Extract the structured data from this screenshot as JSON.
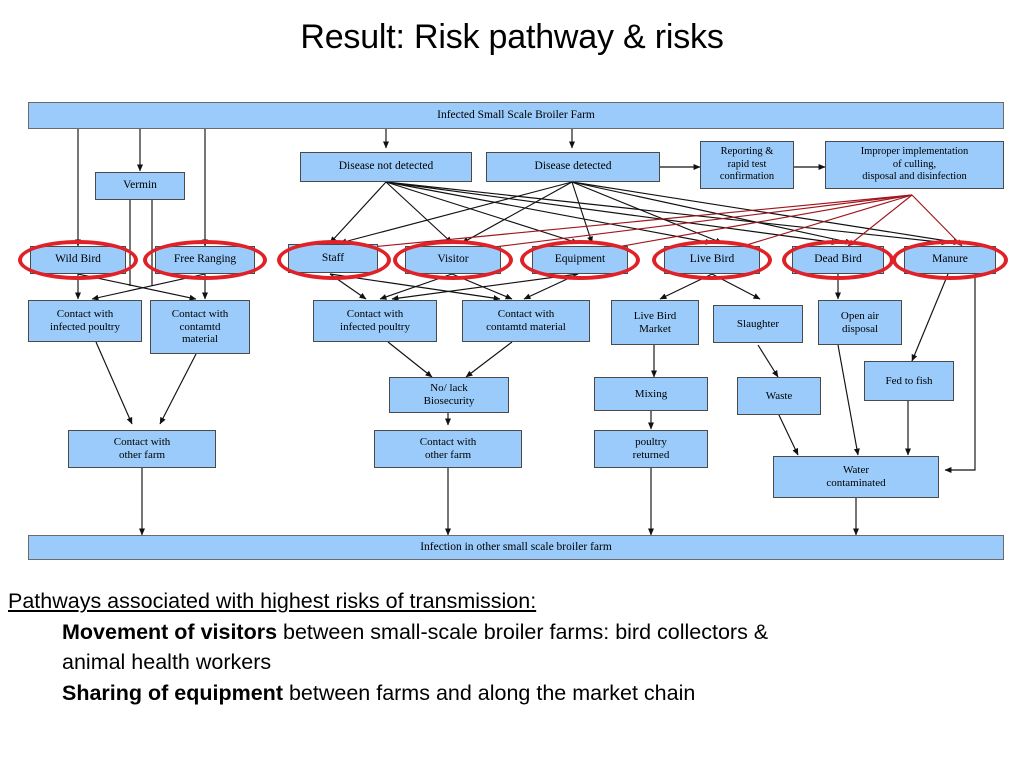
{
  "slide": {
    "title": "Result: Risk pathway & risks",
    "accent_blue": "#9ACBFA",
    "highlight_red": "#E02128",
    "border_gray": "#4A4A4A",
    "risk_edge_red": "#C0202A"
  },
  "diagram": {
    "type": "flowchart",
    "top_band": {
      "label": "Infected Small Scale Broiler Farm"
    },
    "bottom_band": {
      "label": "Infection in other small scale broiler farm"
    },
    "nodes": [
      {
        "id": "vermin",
        "label": "Vermin",
        "highlighted": false
      },
      {
        "id": "disease_not",
        "label": "Disease not detected",
        "highlighted": false
      },
      {
        "id": "disease_det",
        "label": "Disease detected",
        "highlighted": false
      },
      {
        "id": "reporting",
        "label": "Reporting & rapid test confirmation",
        "highlighted": false
      },
      {
        "id": "improper",
        "label": "Improper implementation of culling, disposal and disinfection",
        "highlighted": false
      },
      {
        "id": "wild_bird",
        "label": "Wild Bird",
        "highlighted": true
      },
      {
        "id": "free_ranging",
        "label": "Free Ranging",
        "highlighted": true
      },
      {
        "id": "staff",
        "label": "Staff",
        "highlighted": true
      },
      {
        "id": "visitor",
        "label": "Visitor",
        "highlighted": true
      },
      {
        "id": "equipment",
        "label": "Equipment",
        "highlighted": true
      },
      {
        "id": "live_bird",
        "label": "Live Bird",
        "highlighted": true
      },
      {
        "id": "dead_bird",
        "label": "Dead Bird",
        "highlighted": true
      },
      {
        "id": "manure",
        "label": "Manure",
        "highlighted": true
      },
      {
        "id": "contact_inf_1",
        "label": "Contact with infected poultry",
        "highlighted": false
      },
      {
        "id": "contact_cont_1",
        "label": "Contact with contamtd material",
        "highlighted": false
      },
      {
        "id": "contact_inf_2",
        "label": "Contact with infected poultry",
        "highlighted": false
      },
      {
        "id": "contact_cont_2",
        "label": "Contact with contamtd material",
        "highlighted": false
      },
      {
        "id": "live_bird_market",
        "label": "Live Bird Market",
        "highlighted": false
      },
      {
        "id": "slaughter",
        "label": "Slaughter",
        "highlighted": false
      },
      {
        "id": "open_air",
        "label": "Open air disposal",
        "highlighted": false
      },
      {
        "id": "biosecurity",
        "label": "No/ lack Biosecurity",
        "highlighted": false
      },
      {
        "id": "mixing",
        "label": "Mixing",
        "highlighted": false
      },
      {
        "id": "waste",
        "label": "Waste",
        "highlighted": false
      },
      {
        "id": "fed_to_fish",
        "label": "Fed to fish",
        "highlighted": false
      },
      {
        "id": "other_farm_1",
        "label": "Contact with other farm",
        "highlighted": false
      },
      {
        "id": "other_farm_2",
        "label": "Contact with other farm",
        "highlighted": false
      },
      {
        "id": "poultry_returned",
        "label": "poultry returned",
        "highlighted": false
      },
      {
        "id": "water_cont",
        "label": "Water contaminated",
        "highlighted": false
      }
    ],
    "labels": {
      "top_band": "Infected Small Scale Broiler Farm",
      "vermin": "Vermin",
      "disease_not": "Disease not detected",
      "disease_det": "Disease detected",
      "reporting_l1": "Reporting &",
      "reporting_l2": "rapid test",
      "reporting_l3": "confirmation",
      "improper_l1": "Improper implementation",
      "improper_l2": "of culling,",
      "improper_l3": "disposal and disinfection",
      "wild_bird": "Wild Bird",
      "free_ranging": "Free Ranging",
      "staff": "Staff",
      "visitor": "Visitor",
      "equipment": "Equipment",
      "live_bird": "Live Bird",
      "dead_bird": "Dead Bird",
      "manure": "Manure",
      "contact_inf_1_l1": "Contact with",
      "contact_inf_1_l2": "infected poultry",
      "contact_cont_1_l1": "Contact with",
      "contact_cont_1_l2": "contamtd",
      "contact_cont_1_l3": "material",
      "contact_inf_2_l1": "Contact with",
      "contact_inf_2_l2": "infected poultry",
      "contact_cont_2_l1": "Contact with",
      "contact_cont_2_l2": "contamtd material",
      "live_bird_market_l1": "Live Bird",
      "live_bird_market_l2": "Market",
      "slaughter": "Slaughter",
      "open_air_l1": "Open air",
      "open_air_l2": "disposal",
      "biosecurity_l1": "No/ lack",
      "biosecurity_l2": "Biosecurity",
      "mixing": "Mixing",
      "waste": "Waste",
      "fed_to_fish": "Fed to fish",
      "other_farm_1_l1": "Contact with",
      "other_farm_1_l2": "other farm",
      "other_farm_2_l1": "Contact with",
      "other_farm_2_l2": "other farm",
      "poultry_returned_l1": "poultry",
      "poultry_returned_l2": "returned",
      "water_cont_l1": "Water",
      "water_cont_l2": "contaminated",
      "bottom_band": "Infection in other small scale broiler farm"
    }
  },
  "notes": {
    "lead": "Pathways associated with highest risks of transmission:",
    "item1_bold": "Movement of visitors",
    "item1_rest": " between small-scale broiler farms: bird collectors &",
    "item1_wrap": "animal health workers",
    "item2_bold": "Sharing of equipment",
    "item2_rest": " between farms and along the market chain"
  }
}
